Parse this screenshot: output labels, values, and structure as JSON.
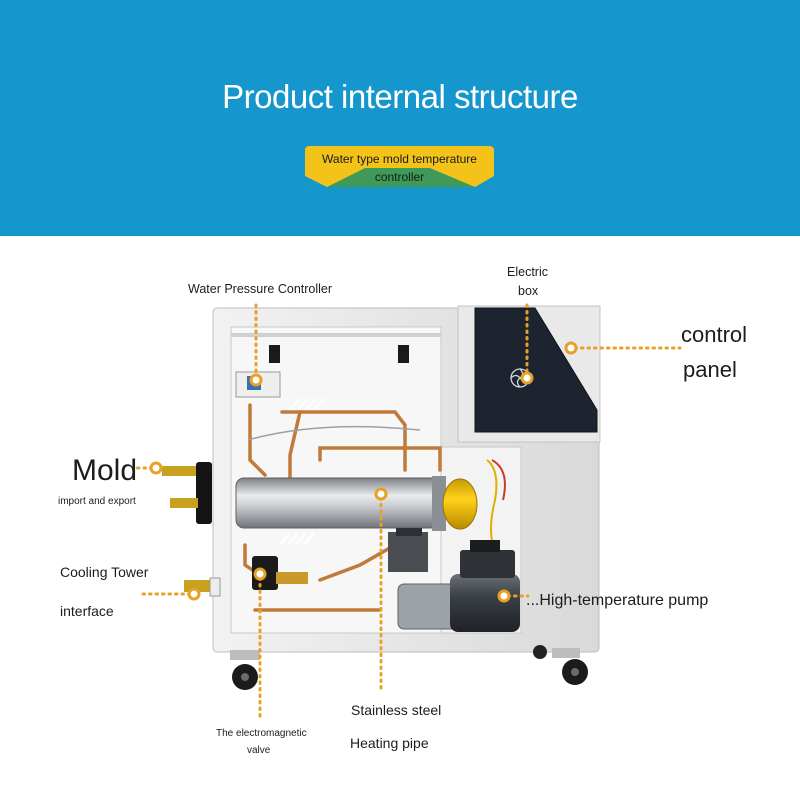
{
  "header": {
    "title": "Product internal structure",
    "badge_line1": "Water type mold temperature",
    "badge_line2": "controller"
  },
  "labels": {
    "electric_box_1": "Electric",
    "electric_box_2": "box",
    "water_pressure": "Water Pressure Controller",
    "control_1": "control",
    "control_2": "panel",
    "mold": "Mold",
    "mold_sub": "import and export",
    "cooling_1": "Cooling Tower",
    "cooling_2": "interface",
    "pump": "...High-temperature pump",
    "steel_1": "Stainless steel",
    "steel_2": "Heating pipe",
    "valve_1": "The electromagnetic",
    "valve_2": "valve"
  },
  "colors": {
    "header_bg": "#1596cc",
    "badge_yellow": "#f3c319",
    "badge_green": "#3f9a5a",
    "callout": "#e8a126"
  }
}
